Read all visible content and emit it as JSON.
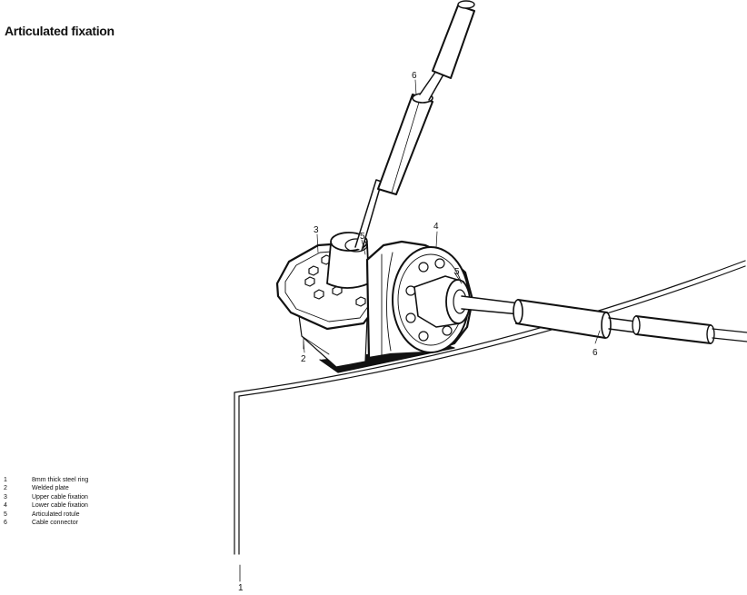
{
  "title": "Articulated fixation",
  "legend": [
    {
      "num": "1",
      "label": "8mm thick steel ring"
    },
    {
      "num": "2",
      "label": "Welded plate"
    },
    {
      "num": "3",
      "label": "Upper cable fixation"
    },
    {
      "num": "4",
      "label": "Lower cable fixation"
    },
    {
      "num": "5",
      "label": "Articulated rotule"
    },
    {
      "num": "6",
      "label": "Cable connector"
    }
  ],
  "callouts": {
    "c1": "1",
    "c2": "2",
    "c3": "3",
    "c4": "4",
    "c5a": "5",
    "c5b": "5",
    "c6a": "6",
    "c6b": "6"
  }
}
